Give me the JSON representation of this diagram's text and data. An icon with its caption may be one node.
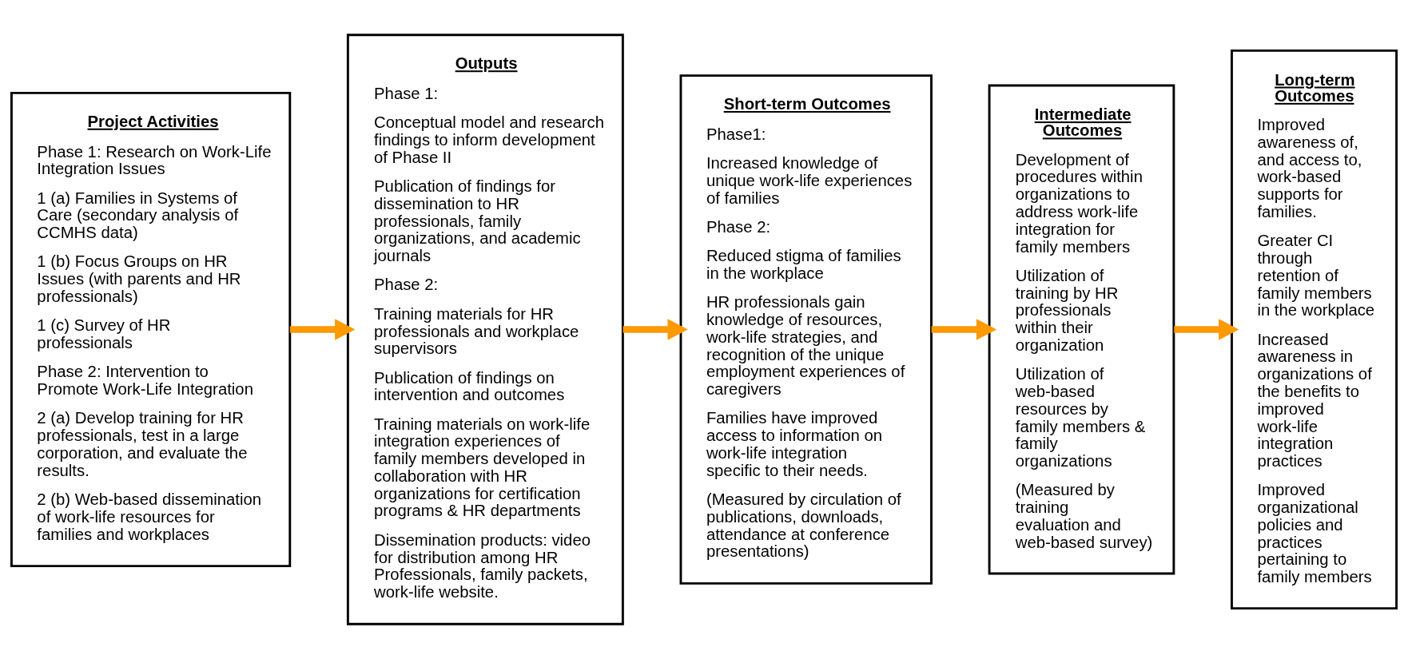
{
  "diagram": {
    "nodes": [
      {
        "text": [
          "Project Activities",
          "Phase 1: Research on Work-Life Integration Issues",
          "1 (a) Families in Systems of Care (secondary analysis of CCMHS data)",
          "1 (b) Focus Groups on HR Issues (with parents and HR professionals)",
          "1 (c) Survey of HR professionals",
          "Phase 2: Intervention to Promote Work-Life Integration",
          "2 (a) Develop training for HR professionals, test in a large corporation, and evaluate the results.",
          "2 (b) Web-based dissemination of work-life resources for families and workplaces"
        ]
      },
      {
        "text": [
          "Outputs",
          "Phase 1:",
          "Conceptual model and research findings to inform development of Phase II",
          "Publication of findings for dissemination to HR professionals, family organizations, and academic journals",
          "Phase 2:",
          "Training materials for HR professionals and workplace supervisors",
          "Publication of findings on intervention and outcomes",
          "Training materials on work-life integration experiences of family members developed in collaboration with HR organizations for certification programs & HR departments",
          "Dissemination products: video for distribution among HR Professionals, family packets, work-life website."
        ]
      },
      {
        "text": [
          "Short-term Outcomes",
          "Phase1:",
          "Increased knowledge of unique work-life experiences of families",
          "Phase 2:",
          "Reduced stigma of families in the workplace",
          "HR professionals gain knowledge of resources, work-life strategies, and recognition of the unique employment experiences of caregivers",
          "Families have improved access to information on work-life integration specific to their needs.",
          "(Measured by circulation of publications, downloads, attendance at conference presentations)"
        ]
      },
      {
        "text": [
          "Intermediate Outcomes",
          "Development of procedures within organizations to address work-life integration for family members",
          "Utilization of training by HR professionals within their organization",
          "Utilization of web-based resources by family members & family organizations",
          "(Measured by training evaluation and web-based survey)"
        ]
      },
      {
        "text": [
          "Long-term Outcomes",
          "Improved awareness of, and access to, work-based supports for families.",
          "Greater CI through retention of family members in the workplace",
          "Increased awareness in organizations of the benefits to improved work-life integration practices",
          "Improved organizational policies and practices pertaining to family members"
        ]
      }
    ],
    "edges": [
      {
        "from": 0,
        "to": 1,
        "arrow": "to"
      },
      {
        "from": 1,
        "to": 2,
        "arrow": "to"
      },
      {
        "from": 2,
        "to": 3,
        "arrow": "to"
      },
      {
        "from": 3,
        "to": 4,
        "arrow": "to"
      }
    ]
  }
}
